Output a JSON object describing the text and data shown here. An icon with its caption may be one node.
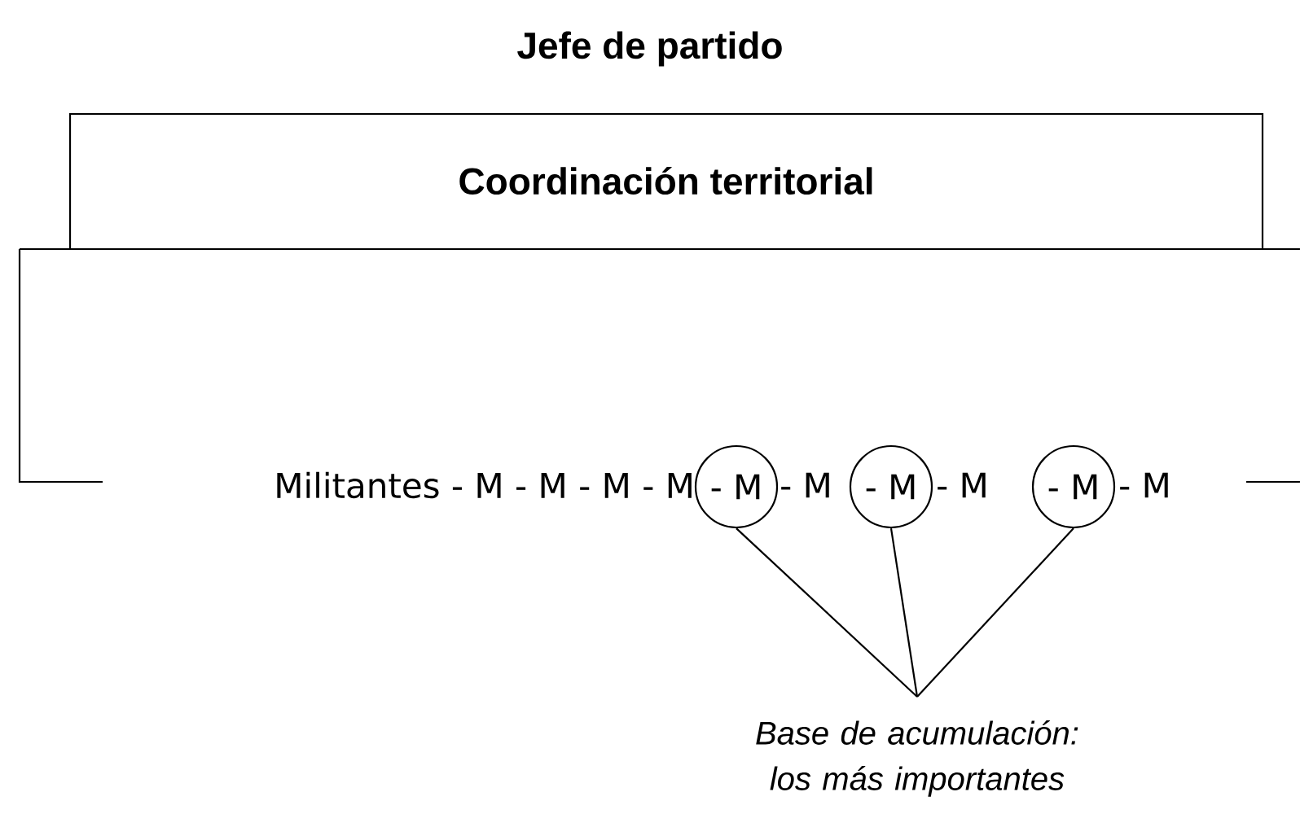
{
  "diagram": {
    "title": "Jefe de partido",
    "nodes": [
      {
        "text": [
          "Coordinación territorial"
        ]
      },
      {
        "text": [
          "Militantes - M - M - M - M",
          "- M",
          "- M",
          "- M"
        ]
      },
      {
        "text": [
          "- M"
        ],
        "in": 1
      },
      {
        "text": [
          "- M"
        ],
        "in": 1
      },
      {
        "text": [
          "- M"
        ],
        "in": 1
      },
      {
        "text": [
          "Base de acumulación: los más importantes"
        ]
      }
    ],
    "edges": [
      {
        "from": 5,
        "to": 2,
        "arrow": "none"
      },
      {
        "from": 5,
        "to": 3,
        "arrow": "none"
      },
      {
        "from": 5,
        "to": 4,
        "arrow": "none"
      }
    ]
  }
}
